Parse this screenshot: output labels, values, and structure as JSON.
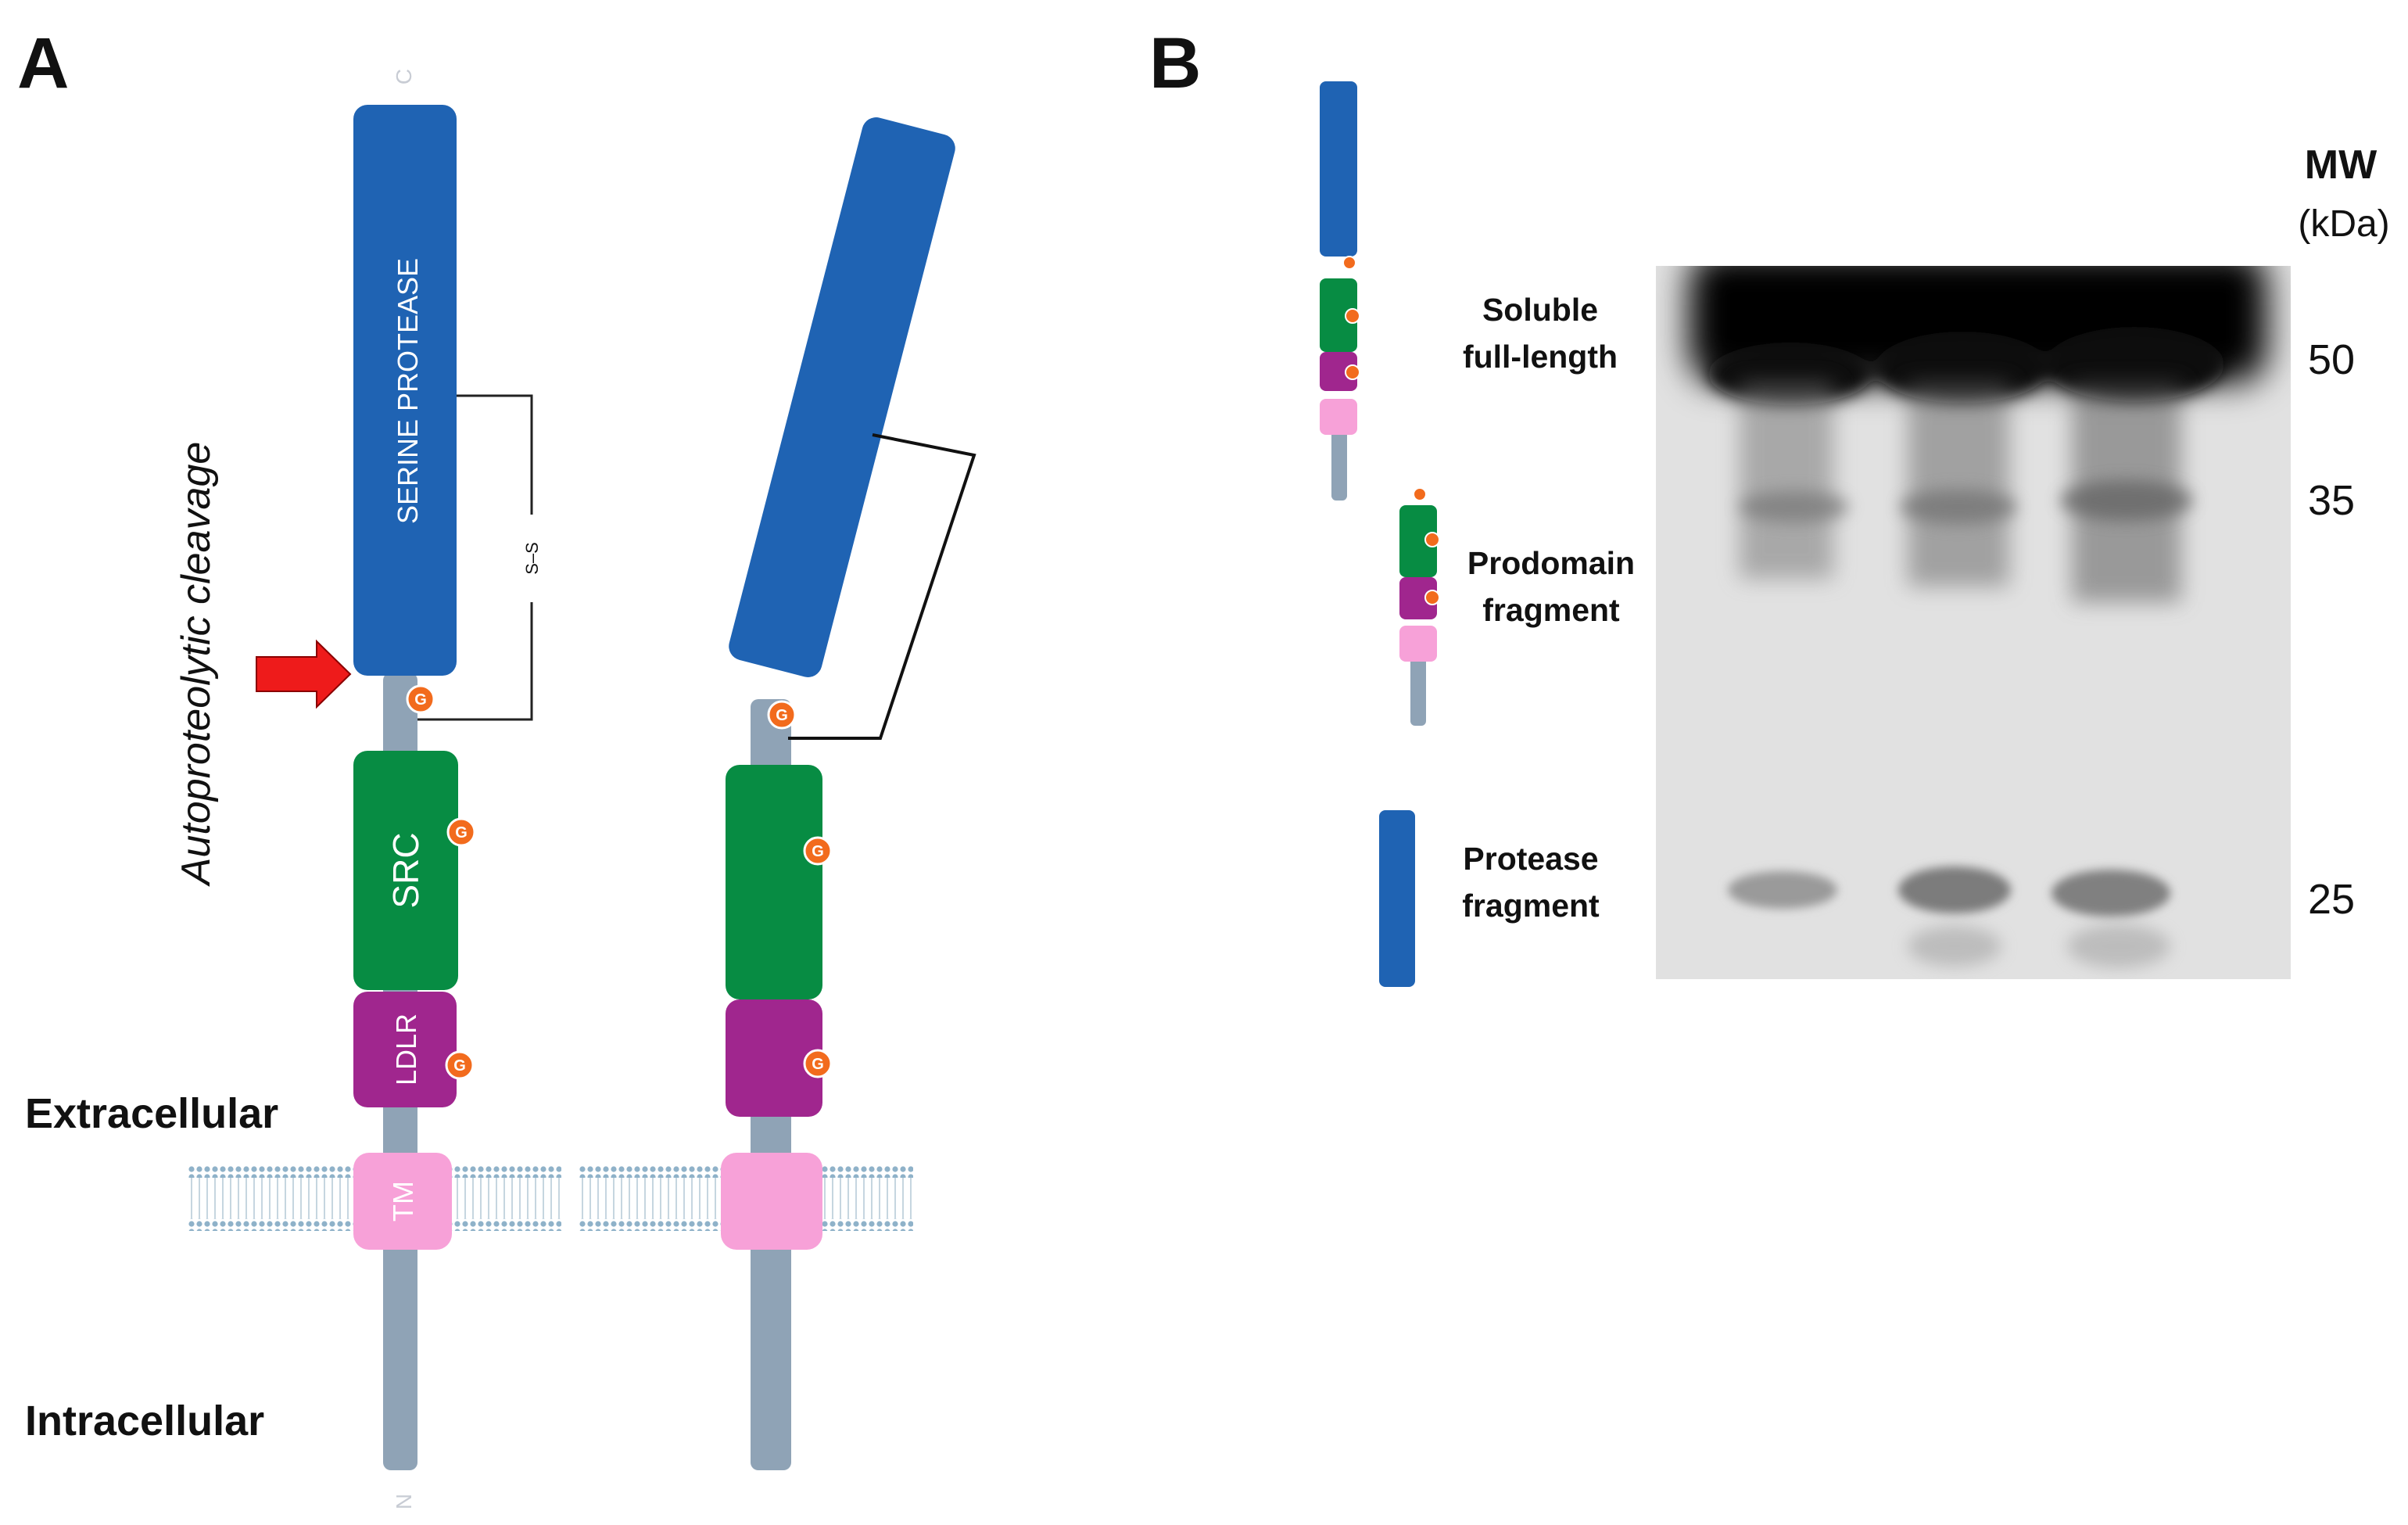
{
  "panel_a": {
    "label": "A",
    "cleavage_label": "Autoproteolytic cleavage",
    "extracellular_label": "Extracellular",
    "intracellular_label": "Intracellular",
    "c_terminus": "C",
    "n_terminus": "N",
    "disulfide_label": "S–S",
    "domains": {
      "serine_protease": "SERINE PROTEASE",
      "src": "SRC",
      "ldlr": "LDLR",
      "tm": "TM"
    },
    "glycosylation_mark": "G"
  },
  "panel_b": {
    "label": "B",
    "mw_header": "MW",
    "mw_unit": "(kDa)",
    "fragments": {
      "soluble_line1": "Soluble",
      "soluble_line2": "full-length",
      "prodomain_line1": "Prodomain",
      "prodomain_line2": "fragment",
      "protease_line1": "Protease",
      "protease_line2": "fragment"
    },
    "markers": [
      "50",
      "35",
      "25"
    ],
    "lanes": 3
  },
  "colors": {
    "protease": "#1f63b3",
    "src": "#078c43",
    "ldlr": "#a0268e",
    "tm": "#f7a1d8",
    "stalk": "#8fa3b6",
    "glyco": "#f26b1d",
    "arrow": "#ee1b1b",
    "membrane": "#8fb2c9",
    "blot_bg": "#e1e1e1"
  }
}
